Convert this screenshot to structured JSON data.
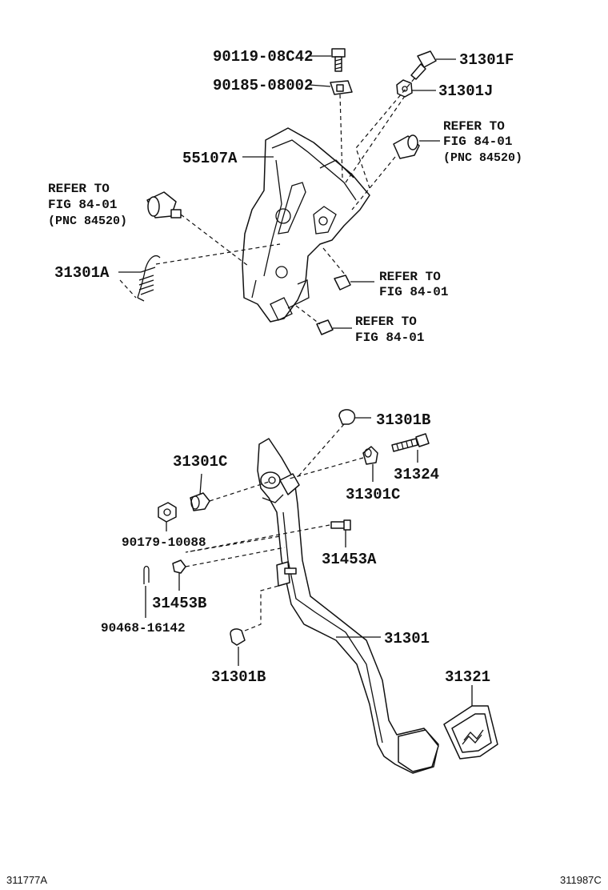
{
  "labels": {
    "p90119": "90119-08C42",
    "p90185": "90185-08002",
    "p31301F": "31301F",
    "p31301J": "31301J",
    "refer_r1": "REFER TO",
    "refer_r2": "FIG 84-01",
    "refer_r3": "(PNC 84520)",
    "p55107A": "55107A",
    "refer_l1": "REFER TO",
    "refer_l2": "FIG 84-01",
    "refer_l3": "(PNC 84520)",
    "p31301A": "31301A",
    "refer_n1_1": "REFER TO",
    "refer_n1_2": "FIG 84-01",
    "refer_n2_1": "REFER TO",
    "refer_n2_2": "FIG 84-01",
    "p31301B_top": "31301B",
    "p31301C_left": "31301C",
    "p31324": "31324",
    "p31301C_right": "31301C",
    "p90179": "90179-10088",
    "p31453A": "31453A",
    "p31453B": "31453B",
    "p90468": "90468-16142",
    "p31301": "31301",
    "p31321": "31321",
    "p31301B_bottom": "31301B"
  },
  "footer": {
    "left_code": "311777A",
    "right_code": "311987C"
  }
}
